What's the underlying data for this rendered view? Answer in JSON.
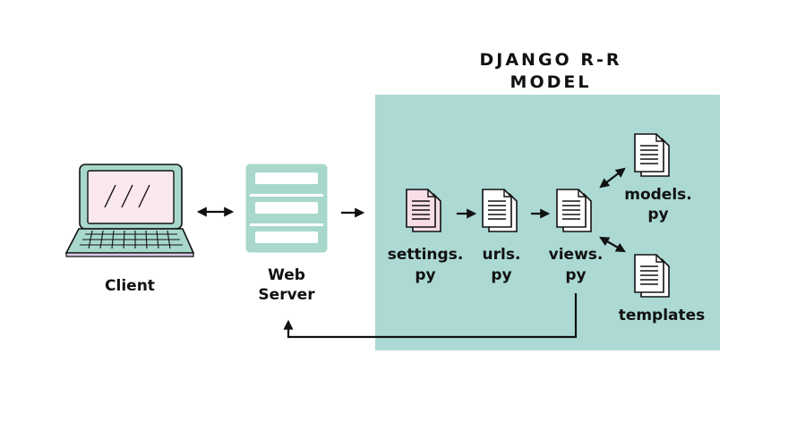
{
  "title": {
    "line1": "DJANGO R-R",
    "line2": "MODEL"
  },
  "nodes": {
    "client": "Client",
    "web_server": {
      "line1": "Web",
      "line2": "Server"
    },
    "settings": {
      "line1": "settings.",
      "line2": "py"
    },
    "urls": {
      "line1": "urls.",
      "line2": "py"
    },
    "views": {
      "line1": "views.",
      "line2": "py"
    },
    "models": {
      "line1": "models.",
      "line2": "py"
    },
    "templates": "templates"
  },
  "colors": {
    "panel": "#acd9d4",
    "mint": "#a8d8cc",
    "screen_pink": "#fbe8ee",
    "doc_pink": "#f6dde6",
    "ink": "#111111"
  },
  "icons": {
    "client": "laptop-icon",
    "web_server": "server-icon",
    "files": "document-icon"
  }
}
